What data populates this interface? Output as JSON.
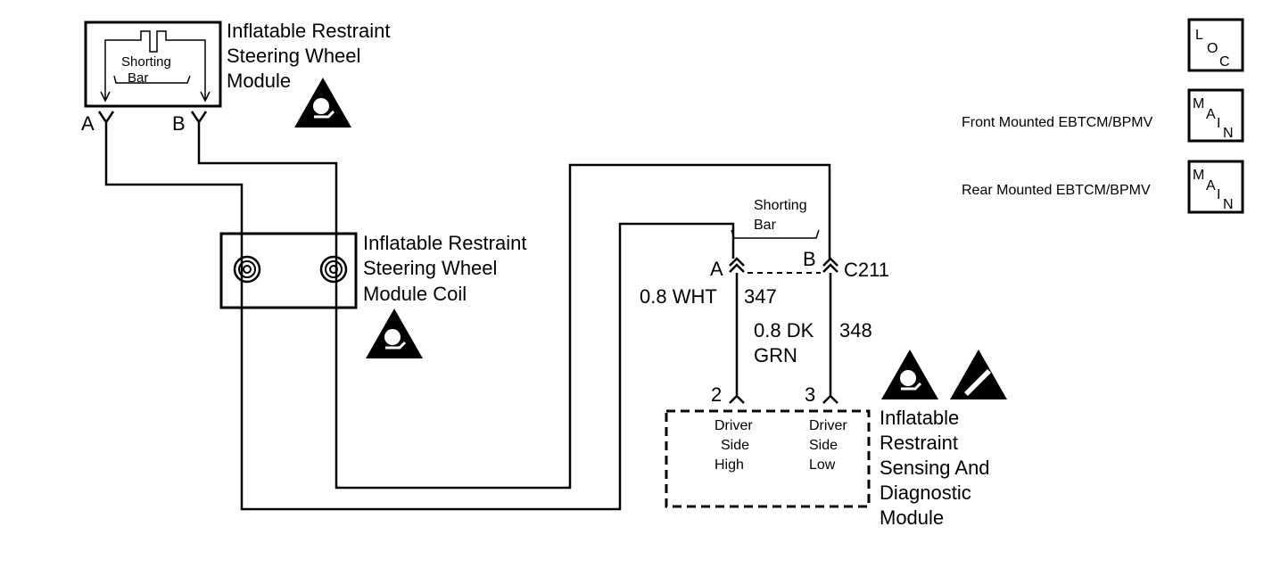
{
  "steering_module": {
    "title": [
      "Inflatable Restraint",
      "Steering Wheel",
      "Module"
    ],
    "shorting_bar": [
      "Shorting",
      "Bar"
    ],
    "pin_a": "A",
    "pin_b": "B"
  },
  "coil": {
    "title": [
      "Inflatable Restraint",
      "Steering Wheel",
      "Module Coil"
    ]
  },
  "connector": {
    "name": "C211",
    "pin_a": "A",
    "pin_b": "B",
    "shorting_bar": [
      "Shorting",
      "Bar"
    ]
  },
  "wires": [
    {
      "size_color": [
        "0.8 WHT"
      ],
      "circuit": "347"
    },
    {
      "size_color": [
        "0.8 DK",
        "GRN"
      ],
      "circuit": "348"
    }
  ],
  "sdm": {
    "title": [
      "Inflatable",
      "Restraint",
      "Sensing And",
      "Diagnostic",
      "Module"
    ],
    "pin_2": "2",
    "pin_3": "3",
    "pin_2_label": [
      "Driver",
      "Side",
      "High"
    ],
    "pin_3_label": [
      "Driver",
      "Side",
      "Low"
    ]
  },
  "legend": {
    "loc": {
      "letters": [
        "L",
        "O",
        "C"
      ]
    },
    "front": {
      "label": "Front Mounted EBTCM/BPMV",
      "letters": [
        "M",
        "A",
        "I",
        "N"
      ]
    },
    "rear": {
      "label": "Rear Mounted EBTCM/BPMV",
      "letters": [
        "M",
        "A",
        "I",
        "N"
      ]
    }
  },
  "icons": [
    "airbag-warning-icon",
    "esd-warning-icon"
  ]
}
